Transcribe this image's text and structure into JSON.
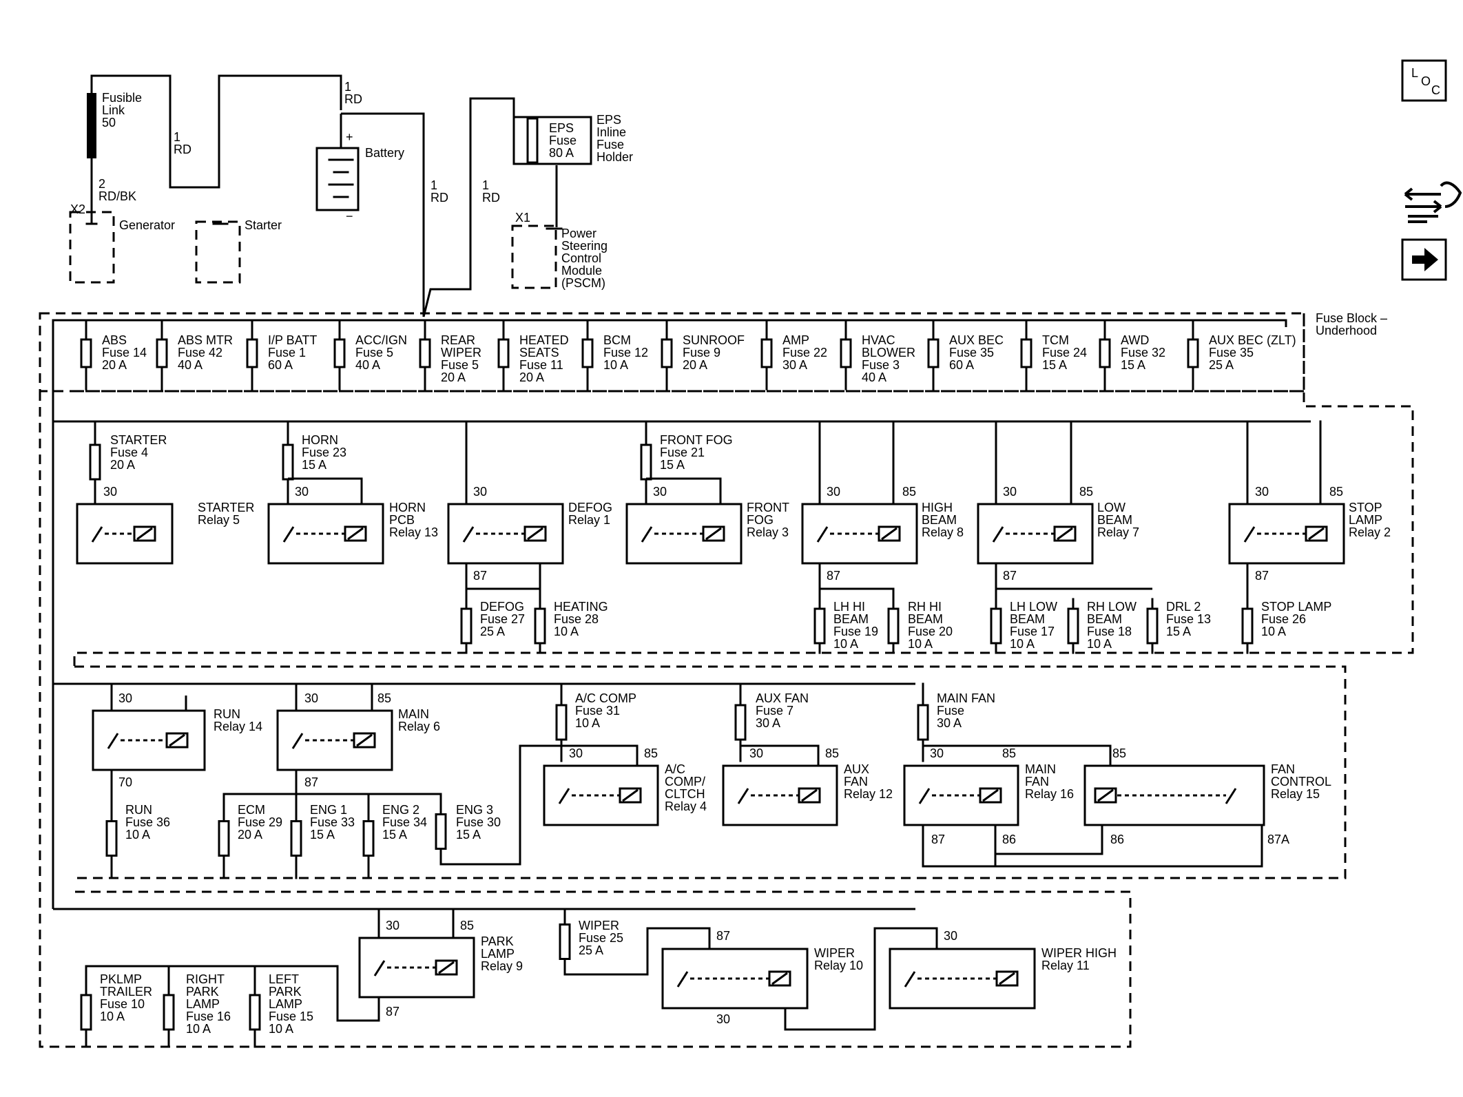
{
  "top": {
    "fusible_link": [
      "Fusible",
      "Link",
      "50"
    ],
    "wire_1rd": [
      "1",
      "RD"
    ],
    "wire_2rdbk": [
      "2",
      "RD/BK"
    ],
    "x2": "X2",
    "x1": "X1",
    "generator": "Generator",
    "starter": "Starter",
    "battery": "Battery",
    "plus": "+",
    "minus": "−",
    "eps_fuse": [
      "EPS",
      "Fuse",
      "80 A"
    ],
    "eps_holder": [
      "EPS",
      "Inline",
      "Fuse",
      "Holder"
    ],
    "pscm": [
      "Power",
      "Steering",
      "Control",
      "Module",
      "(PSCM)"
    ],
    "fuse_block": [
      "Fuse Block –",
      "Underhood"
    ]
  },
  "nav": {
    "loc_l": "L",
    "loc_o": "O",
    "loc_c": "C"
  },
  "row1_fuses": [
    {
      "lines": [
        "ABS",
        "Fuse 14",
        "20 A"
      ]
    },
    {
      "lines": [
        "ABS MTR",
        "Fuse 42",
        "40 A"
      ]
    },
    {
      "lines": [
        "I/P BATT",
        "Fuse 1",
        "60 A"
      ]
    },
    {
      "lines": [
        "ACC/IGN",
        "Fuse 5",
        "40 A"
      ]
    },
    {
      "lines": [
        "REAR",
        "WIPER",
        "Fuse 5",
        "20 A"
      ]
    },
    {
      "lines": [
        "HEATED",
        "SEATS",
        "Fuse 11",
        "20 A"
      ]
    },
    {
      "lines": [
        "BCM",
        "Fuse 12",
        "10 A"
      ]
    },
    {
      "lines": [
        "SUNROOF",
        "Fuse 9",
        "20 A"
      ]
    },
    {
      "lines": [
        "AMP",
        "Fuse 22",
        "30 A"
      ]
    },
    {
      "lines": [
        "HVAC",
        "BLOWER",
        "Fuse 3",
        "40 A"
      ]
    },
    {
      "lines": [
        "AUX BEC",
        "Fuse 35",
        "60 A"
      ]
    },
    {
      "lines": [
        "TCM",
        "Fuse 24",
        "15 A"
      ]
    },
    {
      "lines": [
        "AWD",
        "Fuse 32",
        "15 A"
      ]
    },
    {
      "lines": [
        "AUX BEC (ZLT)",
        "Fuse 35",
        "25 A"
      ]
    }
  ],
  "row2": {
    "fuse_starter": [
      "STARTER",
      "Fuse 4",
      "20 A"
    ],
    "fuse_horn": [
      "HORN",
      "Fuse 23",
      "15 A"
    ],
    "fuse_frontfog": [
      "FRONT FOG",
      "Fuse 21",
      "15 A"
    ],
    "relay_starter": [
      "STARTER",
      "Relay 5"
    ],
    "relay_horn": [
      "HORN",
      "PCB",
      "Relay 13"
    ],
    "relay_defog": [
      "DEFOG",
      "Relay 1"
    ],
    "relay_frontfog": [
      "FRONT",
      "FOG",
      "Relay 3"
    ],
    "relay_highbeam": [
      "HIGH",
      "BEAM",
      "Relay 8"
    ],
    "relay_lowbeam": [
      "LOW",
      "BEAM",
      "Relay 7"
    ],
    "relay_stoplamp": [
      "STOP",
      "LAMP",
      "Relay 2"
    ],
    "fuse_defog": [
      "DEFOG",
      "Fuse 27",
      "25 A"
    ],
    "fuse_heating": [
      "HEATING",
      "Fuse 28",
      "10 A"
    ],
    "fuse_lhhi": [
      "LH HI",
      "BEAM",
      "Fuse 19",
      "10 A"
    ],
    "fuse_rhhi": [
      "RH HI",
      "BEAM",
      "Fuse 20",
      "10 A"
    ],
    "fuse_lhlow": [
      "LH LOW",
      "BEAM",
      "Fuse 17",
      "10 A"
    ],
    "fuse_rhlow": [
      "RH LOW",
      "BEAM",
      "Fuse 18",
      "10 A"
    ],
    "fuse_drl": [
      "DRL 2",
      "Fuse 13",
      "15 A"
    ],
    "fuse_stoplamp": [
      "STOP LAMP",
      "Fuse 26",
      "10 A"
    ]
  },
  "row3": {
    "relay_run": [
      "RUN",
      "Relay 14"
    ],
    "relay_main": [
      "MAIN",
      "Relay 6"
    ],
    "fuse_ac": [
      "A/C COMP",
      "Fuse 31",
      "10 A"
    ],
    "fuse_auxfan": [
      "AUX FAN",
      "Fuse 7",
      "30 A"
    ],
    "fuse_mainfan": [
      "MAIN FAN",
      "Fuse",
      "30 A"
    ],
    "relay_ac": [
      "A/C",
      "COMP/",
      "CLTCH",
      "Relay 4"
    ],
    "relay_auxfan": [
      "AUX",
      "FAN",
      "Relay 12"
    ],
    "relay_mainfan": [
      "MAIN",
      "FAN",
      "Relay 16"
    ],
    "relay_fanctrl": [
      "FAN",
      "CONTROL",
      "Relay 15"
    ],
    "fuse_run": [
      "RUN",
      "Fuse 36",
      "10 A"
    ],
    "fuse_ecm": [
      "ECM",
      "Fuse 29",
      "20 A"
    ],
    "fuse_eng1": [
      "ENG 1",
      "Fuse 33",
      "15 A"
    ],
    "fuse_eng2": [
      "ENG 2",
      "Fuse 34",
      "15 A"
    ],
    "fuse_eng3": [
      "ENG 3",
      "Fuse 30",
      "15 A"
    ]
  },
  "row4": {
    "relay_park": [
      "PARK",
      "LAMP",
      "Relay 9"
    ],
    "fuse_wiper": [
      "WIPER",
      "Fuse 25",
      "25 A"
    ],
    "relay_wiper": [
      "WIPER",
      "Relay 10"
    ],
    "relay_wiperhigh": [
      "WIPER HIGH",
      "Relay 11"
    ],
    "fuse_pklmp": [
      "PKLMP",
      "TRAILER",
      "Fuse 10",
      "10 A"
    ],
    "fuse_rightpark": [
      "RIGHT",
      "PARK",
      "LAMP",
      "Fuse 16",
      "10 A"
    ],
    "fuse_leftpark": [
      "LEFT",
      "PARK",
      "LAMP",
      "Fuse 15",
      "10 A"
    ]
  },
  "pins": {
    "p30": "30",
    "p85": "85",
    "p87": "87",
    "p86": "86",
    "p70": "70",
    "p87a": "87A"
  }
}
